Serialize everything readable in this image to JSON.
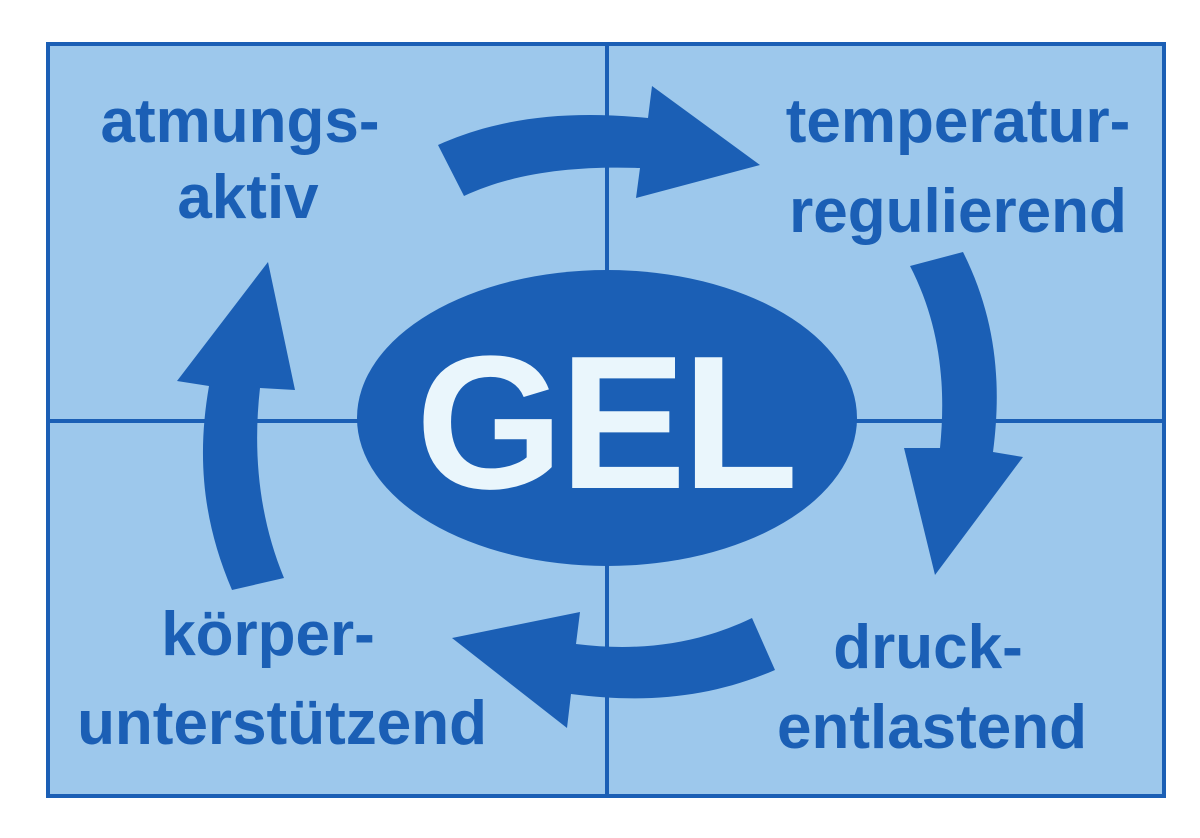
{
  "colors": {
    "panel_fill": "#9dc8ec",
    "accent_blue": "#1b5fb5",
    "center_text": "#eaf6fc",
    "background": "#ffffff"
  },
  "center": {
    "label": "GEL"
  },
  "quadrants": {
    "top_left": {
      "line1": "atmungs-",
      "line2": "aktiv"
    },
    "top_right": {
      "line1": "temperatur-",
      "line2": "regulierend"
    },
    "bottom_right": {
      "line1": "druck-",
      "line2": "entlastend"
    },
    "bottom_left": {
      "line1": "körper-",
      "line2": "unterstützend"
    }
  },
  "icons": {
    "arrows": [
      "arrow-top-icon",
      "arrow-right-icon",
      "arrow-bottom-icon",
      "arrow-left-icon"
    ]
  }
}
